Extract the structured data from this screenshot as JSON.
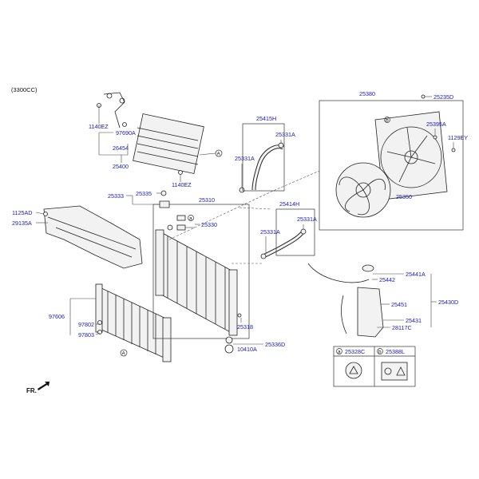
{
  "header": {
    "engine": "(3300CC)"
  },
  "colors": {
    "callout": "#1a1ab8",
    "line": "#222222"
  },
  "orientation": {
    "label": "FR."
  },
  "refs": {
    "a": "a",
    "b": "b",
    "A": "A"
  },
  "labels": {
    "p1140ez_top": "1140EZ",
    "p97690a": "97690A",
    "p26454": "26454",
    "p25400": "25400",
    "p1140ez_mid": "1140EZ",
    "p25335": "25335",
    "p25333": "25333",
    "p25310": "25310",
    "p25330": "25330",
    "p1125ad": "1125AD",
    "p29135a": "29135A",
    "p25415h": "25415H",
    "p25331a_1": "25331A",
    "p25331a_2": "25331A",
    "p25414h": "25414H",
    "p25331a_3": "25331A",
    "p25331a_4": "25331A",
    "p25380": "25380",
    "p25235d": "25235D",
    "p25395a": "25395A",
    "p1129ey": "1129EY",
    "p25350": "25350",
    "p97606": "97606",
    "p97802": "97802",
    "p97803": "97803",
    "p25318": "25318",
    "p25336d": "25336D",
    "p10410a": "10410A",
    "p25441a": "25441A",
    "p25442": "25442",
    "p25451": "25451",
    "p25430d": "25430D",
    "p25431": "25431",
    "p28117c": "28117C"
  },
  "legend": {
    "a_ref": "a",
    "a_part": "25328C",
    "b_ref": "b",
    "b_part": "25388L"
  }
}
